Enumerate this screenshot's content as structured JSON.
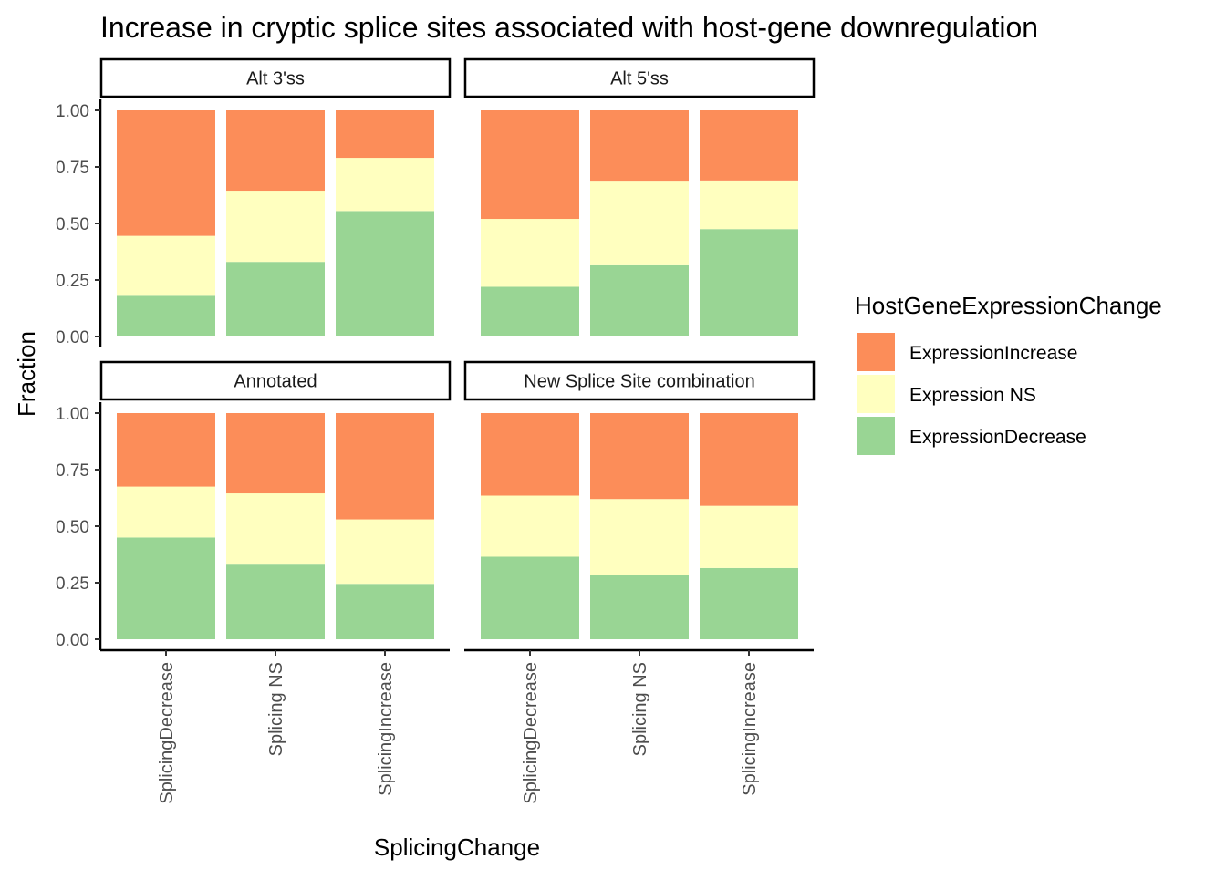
{
  "chart_data": {
    "type": "bar",
    "stacked": true,
    "title": "Increase in cryptic splice sites associated with host-gene downregulation",
    "xlabel": "SplicingChange",
    "ylabel": "Fraction",
    "ylim": [
      0,
      1
    ],
    "yticks": [
      "0.00",
      "0.25",
      "0.50",
      "0.75",
      "1.00"
    ],
    "categories": [
      "SplicingDecrease",
      "Splicing NS",
      "SplicingIncrease"
    ],
    "legend": {
      "title": "HostGeneExpressionChange",
      "placement": "right",
      "entries": [
        "ExpressionIncrease",
        "Expression NS",
        "ExpressionDecrease"
      ]
    },
    "colors": {
      "ExpressionIncrease": "#fc8d59",
      "Expression NS": "#ffffbf",
      "ExpressionDecrease": "#99d594"
    },
    "panels": [
      {
        "facet": "Alt 3'ss",
        "series": [
          {
            "name": "ExpressionDecrease",
            "values": [
              0.18,
              0.33,
              0.555
            ]
          },
          {
            "name": "Expression NS",
            "values": [
              0.265,
              0.315,
              0.235
            ]
          },
          {
            "name": "ExpressionIncrease",
            "values": [
              0.555,
              0.355,
              0.21
            ]
          }
        ]
      },
      {
        "facet": "Alt 5'ss",
        "series": [
          {
            "name": "ExpressionDecrease",
            "values": [
              0.22,
              0.315,
              0.475
            ]
          },
          {
            "name": "Expression NS",
            "values": [
              0.3,
              0.37,
              0.215
            ]
          },
          {
            "name": "ExpressionIncrease",
            "values": [
              0.48,
              0.315,
              0.31
            ]
          }
        ]
      },
      {
        "facet": "Annotated",
        "series": [
          {
            "name": "ExpressionDecrease",
            "values": [
              0.45,
              0.33,
              0.245
            ]
          },
          {
            "name": "Expression NS",
            "values": [
              0.225,
              0.315,
              0.285
            ]
          },
          {
            "name": "ExpressionIncrease",
            "values": [
              0.325,
              0.355,
              0.47
            ]
          }
        ]
      },
      {
        "facet": "New Splice Site combination",
        "series": [
          {
            "name": "ExpressionDecrease",
            "values": [
              0.365,
              0.285,
              0.315
            ]
          },
          {
            "name": "Expression NS",
            "values": [
              0.27,
              0.335,
              0.275
            ]
          },
          {
            "name": "ExpressionIncrease",
            "values": [
              0.365,
              0.38,
              0.41
            ]
          }
        ]
      }
    ]
  }
}
